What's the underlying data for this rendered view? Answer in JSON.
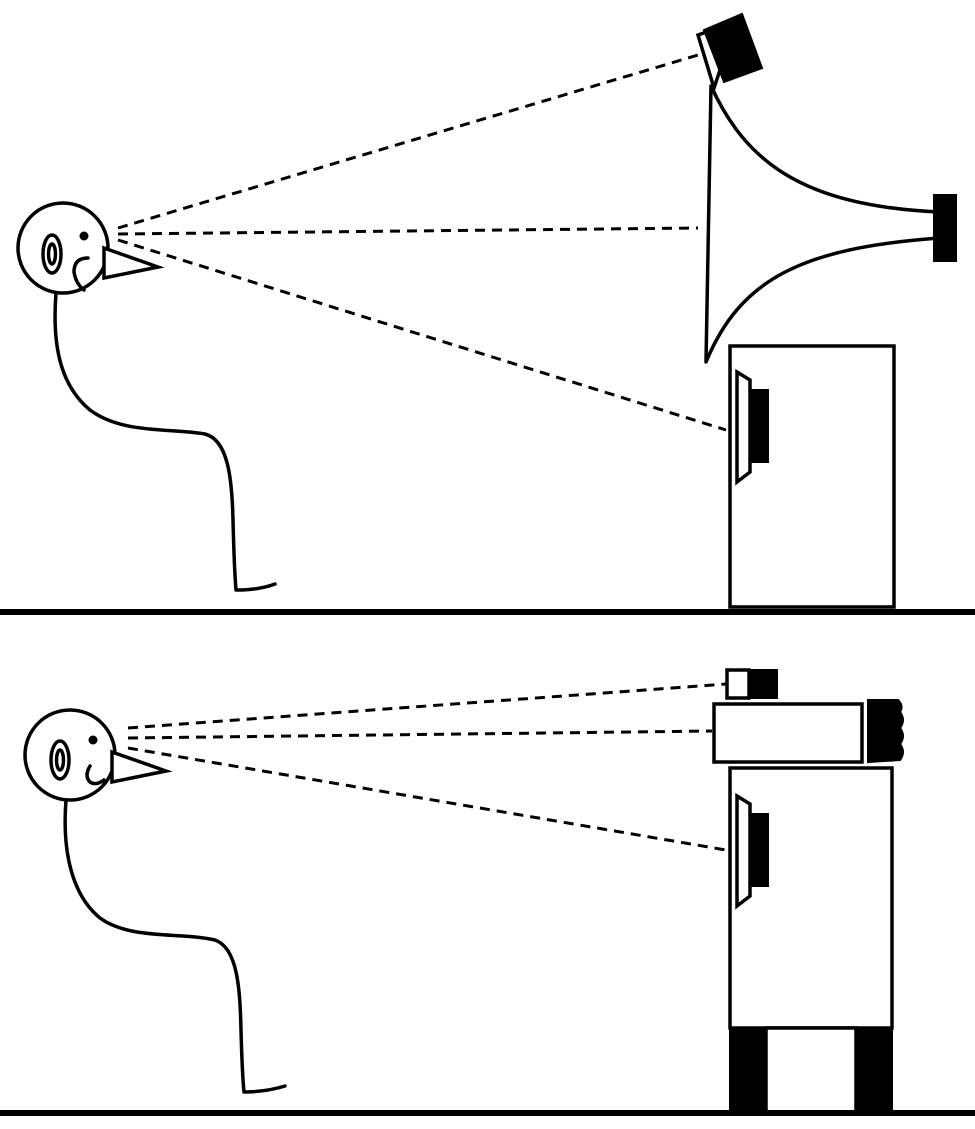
{
  "scenes": [
    {
      "name": "horn-speaker-setup",
      "expression": "frown",
      "sight_lines": 3
    },
    {
      "name": "box-speaker-on-stands-setup",
      "expression": "smile",
      "sight_lines": 3
    }
  ]
}
